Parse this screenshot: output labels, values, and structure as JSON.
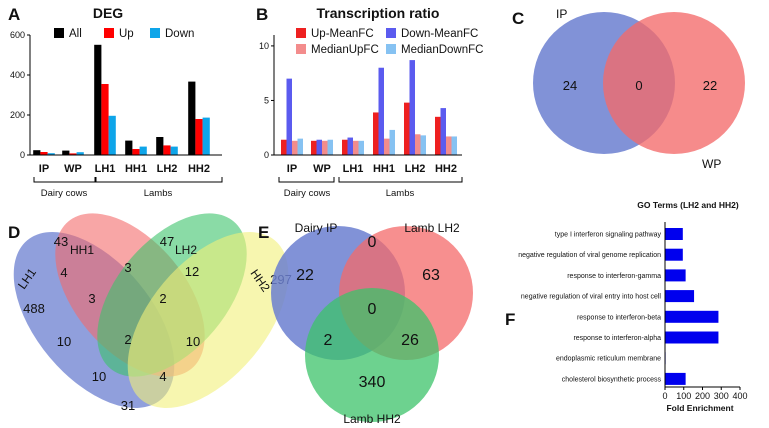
{
  "colors": {
    "all": "#000000",
    "up": "#ff0000",
    "down": "#0ea5e9",
    "up_mean": "#ee2020",
    "down_mean": "#5b5bef",
    "median_up": "#f38c8c",
    "median_down": "#86c2f2",
    "venn_ip": "#6b7fd0",
    "venn_wp": "#f46a6a",
    "go_bar": "#0000ee",
    "vd_lh1": "#6b7fd0",
    "vd_hh1": "#f46a6a",
    "vd_lh2": "#3cc36a",
    "vd_hh2": "#f2f07a"
  },
  "panels": {
    "a": {
      "letter": "A",
      "title": "DEG"
    },
    "b": {
      "letter": "B",
      "title": "Transcription ratio"
    },
    "c": {
      "letter": "C"
    },
    "d": {
      "letter": "D"
    },
    "e": {
      "letter": "E"
    },
    "f": {
      "letter": "F",
      "title": "GO Terms (LH2 and HH2)",
      "xlabel": "Fold Enrichment"
    }
  },
  "groups": {
    "dairy": "Dairy cows",
    "lambs": "Lambs"
  },
  "chart_data": [
    {
      "type": "bar",
      "title": "DEG",
      "categories": [
        "IP",
        "WP",
        "LH1",
        "HH1",
        "LH2",
        "HH2"
      ],
      "series": [
        {
          "name": "All",
          "values": [
            24,
            22,
            551,
            72,
            90,
            367
          ]
        },
        {
          "name": "Up",
          "values": [
            15,
            8,
            355,
            30,
            48,
            180
          ]
        },
        {
          "name": "Down",
          "values": [
            9,
            14,
            196,
            42,
            42,
            187
          ]
        }
      ],
      "ylim": [
        0,
        600
      ],
      "yticks": [
        "0",
        "200",
        "400",
        "600"
      ],
      "legend": "top-right"
    },
    {
      "type": "bar",
      "title": "Transcription ratio",
      "categories": [
        "IP",
        "WP",
        "LH1",
        "HH1",
        "LH2",
        "HH2"
      ],
      "series": [
        {
          "name": "Up-MeanFC",
          "values": [
            1.4,
            1.3,
            1.4,
            3.9,
            4.8,
            3.5
          ]
        },
        {
          "name": "Down-MeanFC",
          "values": [
            7.0,
            1.4,
            1.6,
            8.0,
            8.7,
            4.3
          ]
        },
        {
          "name": "MedianUpFC",
          "values": [
            1.3,
            1.3,
            1.3,
            1.5,
            1.9,
            1.7
          ]
        },
        {
          "name": "MedianDownFC",
          "values": [
            1.5,
            1.4,
            1.3,
            2.3,
            1.8,
            1.7
          ]
        }
      ],
      "ylim": [
        0,
        11
      ],
      "yticks": [
        "0",
        "5",
        "10"
      ],
      "legend": "top"
    },
    {
      "type": "venn",
      "sets": [
        "IP",
        "WP"
      ],
      "values": {
        "only_ip": "24",
        "both": "0",
        "only_wp": "22"
      }
    },
    {
      "type": "venn",
      "sets": [
        "LH1",
        "HH1",
        "LH2",
        "HH2"
      ],
      "regions": [
        "488",
        "43",
        "47",
        "297",
        "4",
        "3",
        "12",
        "3",
        "2",
        "10",
        "10",
        "2",
        "10",
        "4",
        "31"
      ]
    },
    {
      "type": "venn",
      "sets": [
        "Dairy IP",
        "Lamb LH2",
        "Lamb HH2"
      ],
      "regions": [
        "22",
        "0",
        "63",
        "0",
        "2",
        "26",
        "340"
      ]
    },
    {
      "type": "bar",
      "orientation": "horizontal",
      "title": "GO Terms (LH2 and HH2)",
      "xlabel": "Fold Enrichment",
      "categories": [
        "type I interferon signaling pathway",
        "negative regulation of viral genome replication",
        "response to interferon-gamma",
        "negative regulation of viral entry into host cell",
        "response to interferon-beta",
        "response to interferon-alpha",
        "endoplasmic reticulum membrane",
        "cholesterol biosynthetic process"
      ],
      "values": [
        95,
        95,
        110,
        155,
        285,
        285,
        3,
        110
      ],
      "xlim": [
        0,
        400
      ],
      "xticks": [
        "0",
        "100",
        "200",
        "300",
        "400"
      ]
    }
  ]
}
